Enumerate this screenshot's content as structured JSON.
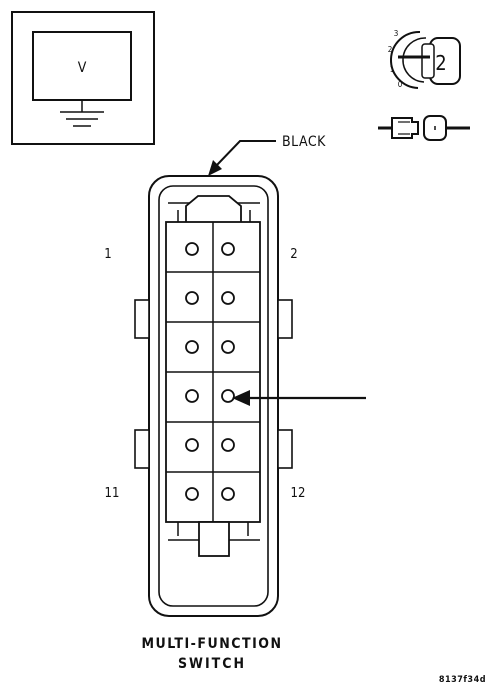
{
  "meter": {
    "display": "V"
  },
  "ignition": {
    "positions": [
      "3",
      "2",
      "1",
      "0"
    ],
    "selected": "2"
  },
  "connector": {
    "color_label": "BLACK",
    "pin_labels": {
      "top_left": "1",
      "top_right": "2",
      "bottom_left": "11",
      "bottom_right": "12"
    },
    "pin_count": 12,
    "highlighted_pin_row": 4,
    "highlighted_pin_col": "right"
  },
  "component": {
    "title_line1": "MULTI-FUNCTION",
    "title_line2": "SWITCH"
  },
  "figure_id": "8137f34d",
  "colors": {
    "ink": "#111111",
    "background": "#ffffff"
  }
}
